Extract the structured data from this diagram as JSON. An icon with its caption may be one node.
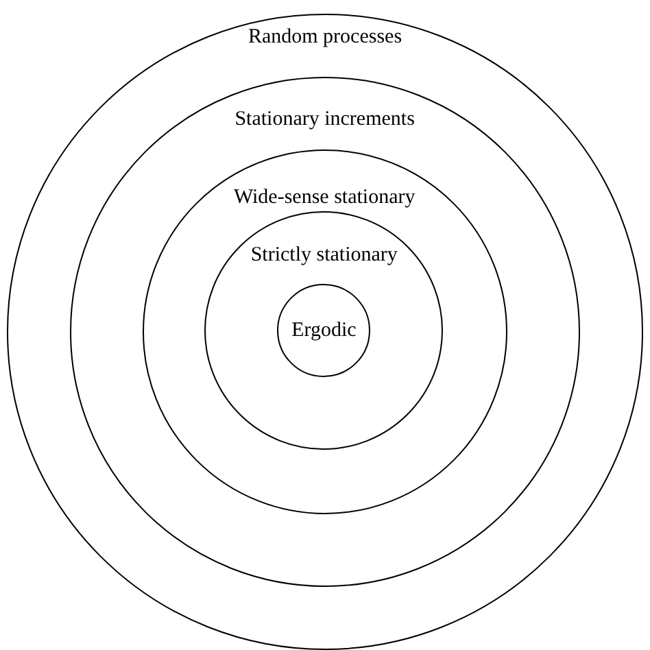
{
  "diagram": {
    "nodes": [
      {
        "text": [
          "Random processes"
        ]
      },
      {
        "text": [
          "Stationary increments"
        ],
        "in": 0
      },
      {
        "text": [
          "Wide-sense stationary"
        ],
        "in": 1
      },
      {
        "text": [
          "Strictly stationary"
        ],
        "in": 2
      },
      {
        "text": [
          "Ergodic"
        ],
        "in": 3
      }
    ]
  }
}
